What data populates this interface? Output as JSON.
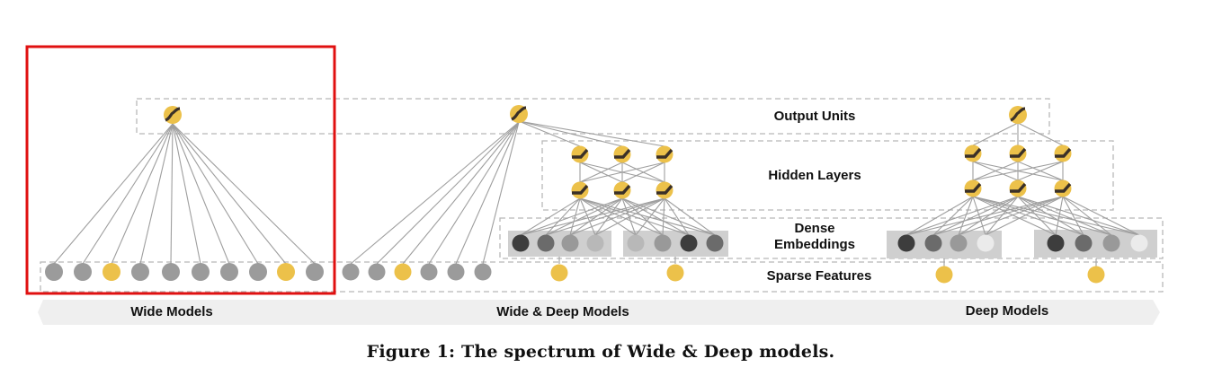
{
  "figure": {
    "caption": "Figure 1: The spectrum of Wide & Deep models.",
    "highlight_box_color": "#e01010",
    "highlighted_region": "Wide Models"
  },
  "layers": {
    "output_units": "Output Units",
    "hidden_layers": "Hidden Layers",
    "dense_embeddings_line1": "Dense",
    "dense_embeddings_line2": "Embeddings",
    "sparse_features": "Sparse Features"
  },
  "spectrum": {
    "labels": [
      "Wide Models",
      "Wide & Deep Models",
      "Deep Models"
    ]
  },
  "colors": {
    "active_unit": "#ecc14a",
    "inactive_unit": "#9b9b9b",
    "activation_glyph": "#3a3028",
    "edge": "#9e9e9e",
    "dashed_border": "#b8b8b8",
    "embedding_bg": "#cfcfcf",
    "spectrum_band": "#efefef",
    "embedding_shades": [
      "#3d3d3d",
      "#6b6b6b",
      "#999999",
      "#b8b8b8",
      "#ebebeb"
    ]
  },
  "models": {
    "wide": {
      "output_units": 1,
      "sparse_features": [
        "gray",
        "gray",
        "yellow",
        "gray",
        "gray",
        "gray",
        "gray",
        "gray",
        "yellow",
        "gray"
      ]
    },
    "wide_deep": {
      "output_units": 1,
      "hidden_layers": [
        3,
        3
      ],
      "sparse_features": [
        "gray",
        "gray",
        "yellow",
        "gray",
        "gray",
        "gray"
      ],
      "embeddings": [
        [
          "#3d3d3d",
          "#6b6b6b",
          "#999999",
          "#b8b8b8"
        ],
        [
          "#b8b8b8",
          "#999999",
          "#3d3d3d",
          "#6b6b6b"
        ]
      ],
      "embedding_sparse_inputs": 2
    },
    "deep": {
      "output_units": 1,
      "hidden_layers": [
        3,
        3
      ],
      "embeddings": [
        [
          "#3d3d3d",
          "#6b6b6b",
          "#999999",
          "#ebebeb"
        ],
        [
          "#3d3d3d",
          "#6b6b6b",
          "#999999",
          "#ebebeb"
        ]
      ],
      "embedding_sparse_inputs": 2
    }
  }
}
